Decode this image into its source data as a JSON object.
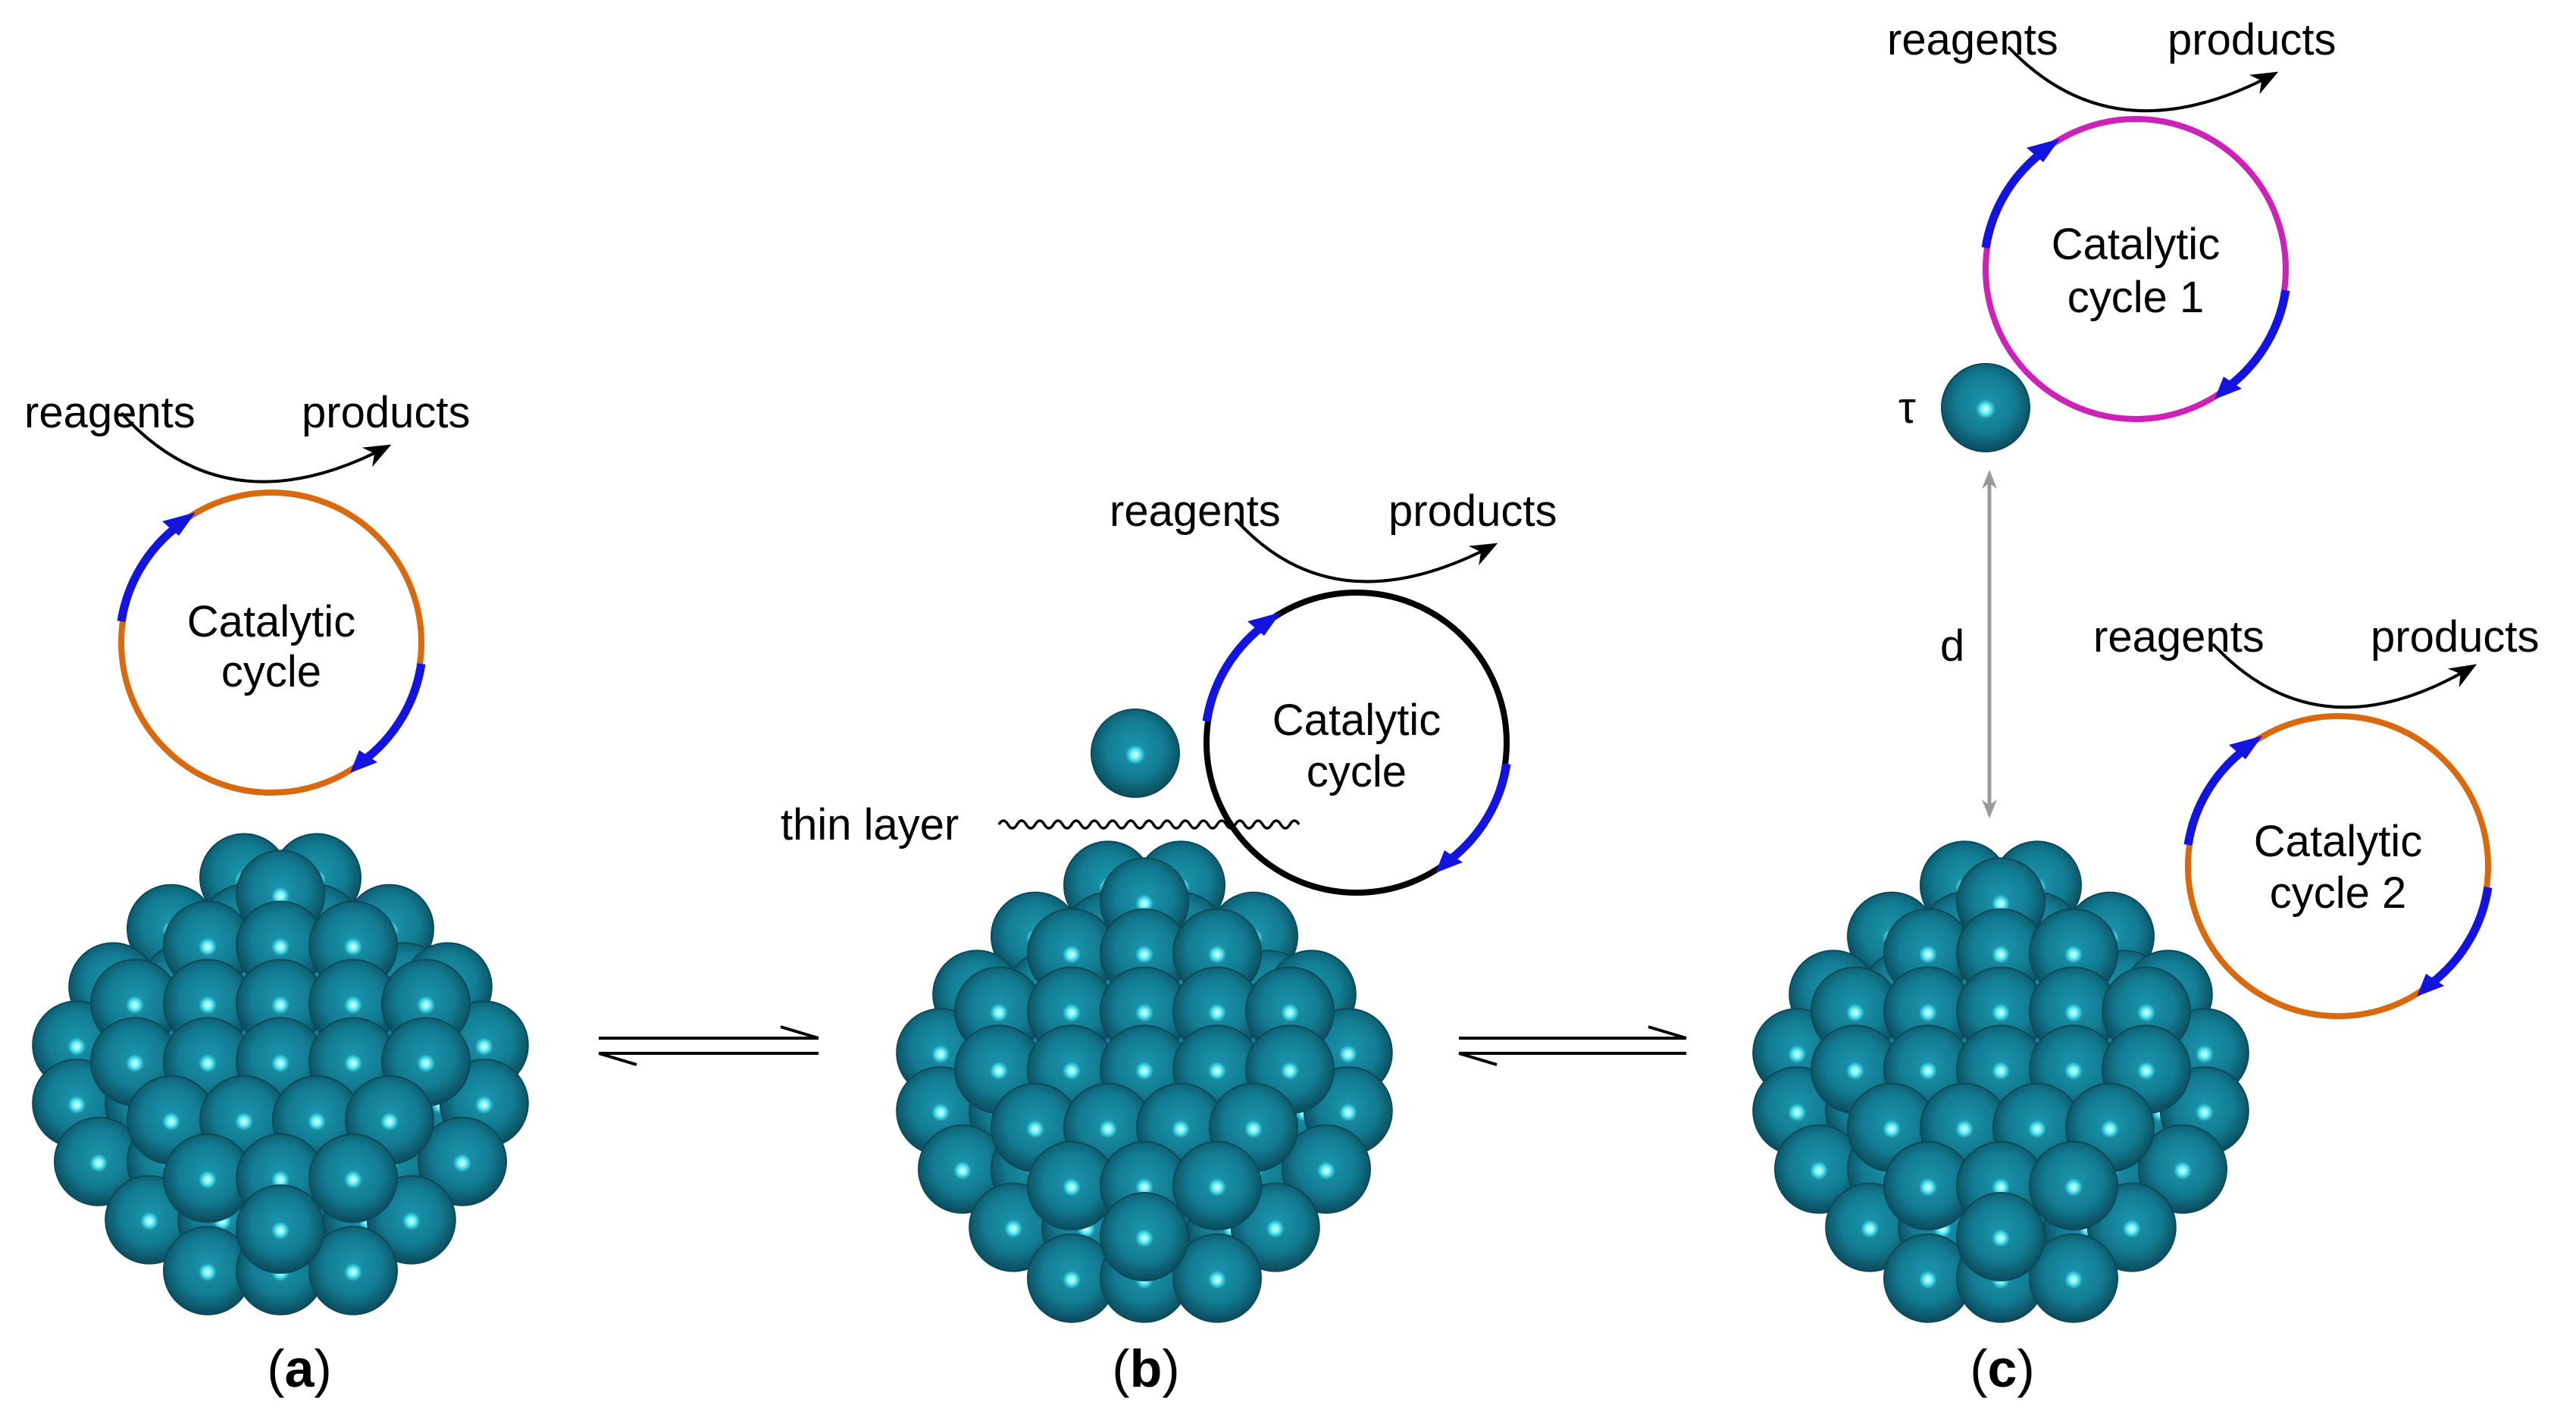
{
  "panels": [
    {
      "id": "a",
      "label": "a",
      "cycle": {
        "lines": [
          "Catalytic",
          "cycle"
        ],
        "ring_color": "#d8690f"
      },
      "reagents": "reagents",
      "products": "products"
    },
    {
      "id": "b",
      "label": "b",
      "cycle": {
        "lines": [
          "Catalytic",
          "cycle"
        ],
        "ring_color": "#000000"
      },
      "reagents": "reagents",
      "products": "products",
      "thin_layer": "thin layer"
    },
    {
      "id": "c",
      "label": "c",
      "cycle1": {
        "lines": [
          "Catalytic",
          "cycle 1"
        ],
        "ring_color": "#cc22b8"
      },
      "cycle2": {
        "lines": [
          "Catalytic",
          "cycle 2"
        ],
        "ring_color": "#d8690f"
      },
      "reagents": "reagents",
      "products": "products",
      "tau": "τ",
      "distance": "d"
    }
  ],
  "colors": {
    "sphere": "#127c92",
    "sphere_dark": "#0b4a5c",
    "highlight": "#5ff4ff",
    "arrow_blue": "#1414e0",
    "distance_arrow": "#9a9a9a"
  }
}
